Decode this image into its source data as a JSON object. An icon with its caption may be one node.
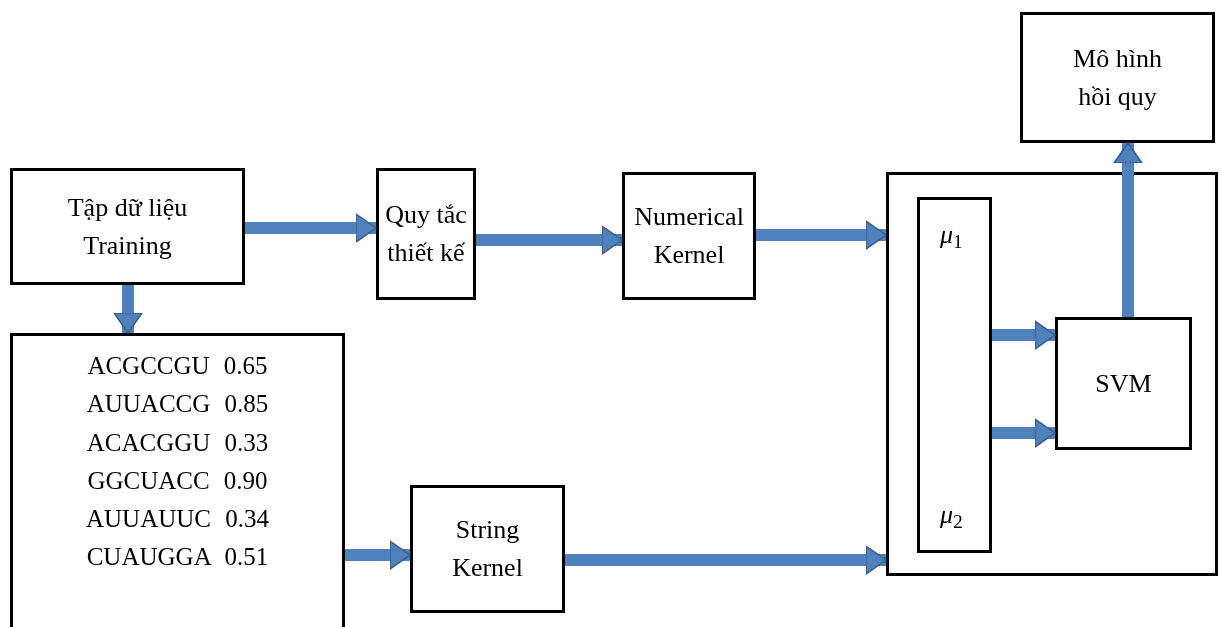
{
  "diagram": {
    "nodes": [
      {
        "text": [
          "Tập dữ liệu Training"
        ]
      },
      {
        "text": [
          "Quy tắc thiết kế"
        ]
      },
      {
        "text": [
          "Numerical Kernel"
        ]
      },
      {
        "text": [],
        "shape": "box"
      },
      {
        "text": [
          "*μ*$_{1}$",
          "*μ*$_{2}$"
        ],
        "in": 3
      },
      {
        "text": [
          "SVM"
        ],
        "in": 3
      },
      {
        "text": [
          "Mô hình hồi quy"
        ]
      },
      {
        "text": [
          "ACGCCGU 0.65",
          "AUUACCG 0.85",
          "ACACGGU 0.33",
          "GGCUACC 0.90",
          "AUUAUUC 0.34",
          "CUAUGGA 0.51"
        ]
      },
      {
        "text": [
          "String Kernel"
        ]
      }
    ],
    "edges": [
      {
        "from": 0,
        "to": 1,
        "arrow": "to"
      },
      {
        "from": 1,
        "to": 2,
        "arrow": "to"
      },
      {
        "from": 2,
        "to": 3,
        "arrow": "to"
      },
      {
        "from": 0,
        "to": 7,
        "arrow": "to"
      },
      {
        "from": 7,
        "to": 8,
        "arrow": "to"
      },
      {
        "from": 8,
        "to": 3,
        "arrow": "to"
      },
      {
        "from": 4,
        "to": 5,
        "arrow": "to"
      },
      {
        "from": 4,
        "to": 5,
        "arrow": "to"
      },
      {
        "from": 5,
        "to": 6,
        "arrow": "to"
      }
    ]
  }
}
